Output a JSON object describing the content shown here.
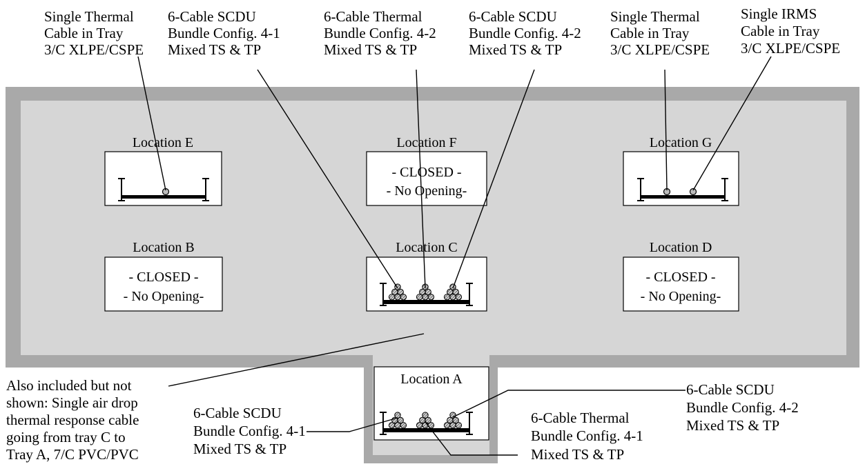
{
  "callouts_top": [
    {
      "lines": [
        "Single Thermal",
        "Cable in Tray",
        "3/C XLPE/CSPE"
      ]
    },
    {
      "lines": [
        "6-Cable SCDU",
        "Bundle Config. 4-1",
        "Mixed TS & TP"
      ]
    },
    {
      "lines": [
        "6-Cable Thermal",
        "Bundle Config. 4-2",
        "Mixed TS & TP"
      ]
    },
    {
      "lines": [
        "6-Cable SCDU",
        "Bundle Config. 4-2",
        "Mixed TS & TP"
      ]
    },
    {
      "lines": [
        "Single Thermal",
        "Cable in Tray",
        "3/C XLPE/CSPE"
      ]
    },
    {
      "lines": [
        "Single IRMS",
        "Cable in Tray",
        "3/C XLPE/CSPE"
      ]
    }
  ],
  "locations": {
    "e": {
      "title": "Location E"
    },
    "f": {
      "title": "Location F",
      "status": "- CLOSED -",
      "note": "- No Opening-"
    },
    "g": {
      "title": "Location G"
    },
    "b": {
      "title": "Location B",
      "status": "- CLOSED -",
      "note": "- No Opening-"
    },
    "c": {
      "title": "Location C"
    },
    "d": {
      "title": "Location D",
      "status": "- CLOSED -",
      "note": "- No Opening-"
    },
    "a": {
      "title": "Location A"
    }
  },
  "callouts_bottom": {
    "air_drop": {
      "lines": [
        "Also included but not",
        "shown: Single air drop",
        "thermal response cable",
        "going from tray C to",
        "Tray A, 7/C PVC/PVC"
      ]
    },
    "scdu_41": {
      "lines": [
        "6-Cable SCDU",
        "Bundle Config. 4-1",
        "Mixed TS & TP"
      ]
    },
    "thermal_41": {
      "lines": [
        "6-Cable Thermal",
        "Bundle Config. 4-1",
        "Mixed TS & TP"
      ]
    },
    "scdu_42": {
      "lines": [
        "6-Cable SCDU",
        "Bundle Config. 4-2",
        "Mixed TS & TP"
      ]
    }
  },
  "colors": {
    "wall": "#a9a9a9",
    "interior": "#d6d6d6",
    "box": "#ffffff",
    "ink": "#000000",
    "cable_fill": "#bdbdbd"
  }
}
